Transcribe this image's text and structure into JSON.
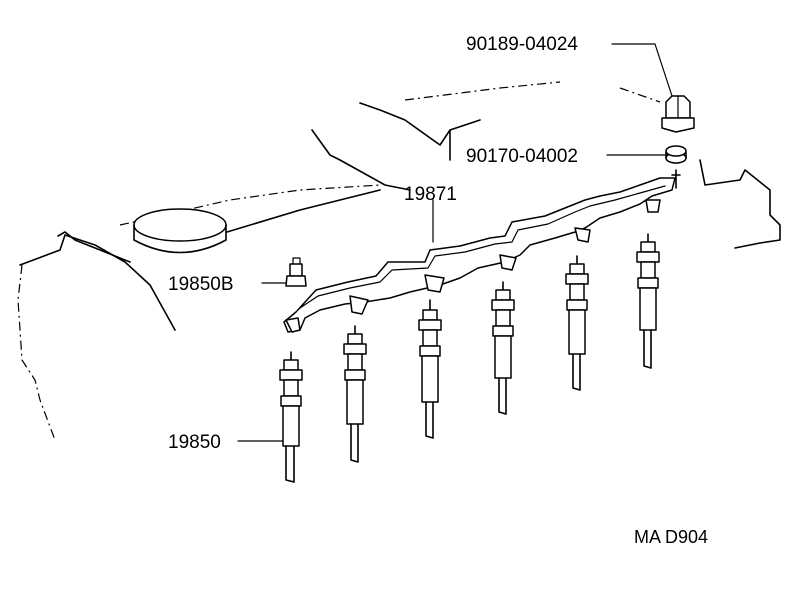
{
  "labels": {
    "nut": "90189-04024",
    "washer": "90170-04002",
    "bus_bar": "19871",
    "connector": "19850B",
    "glow_plug": "19850"
  },
  "reference": "MA D904"
}
